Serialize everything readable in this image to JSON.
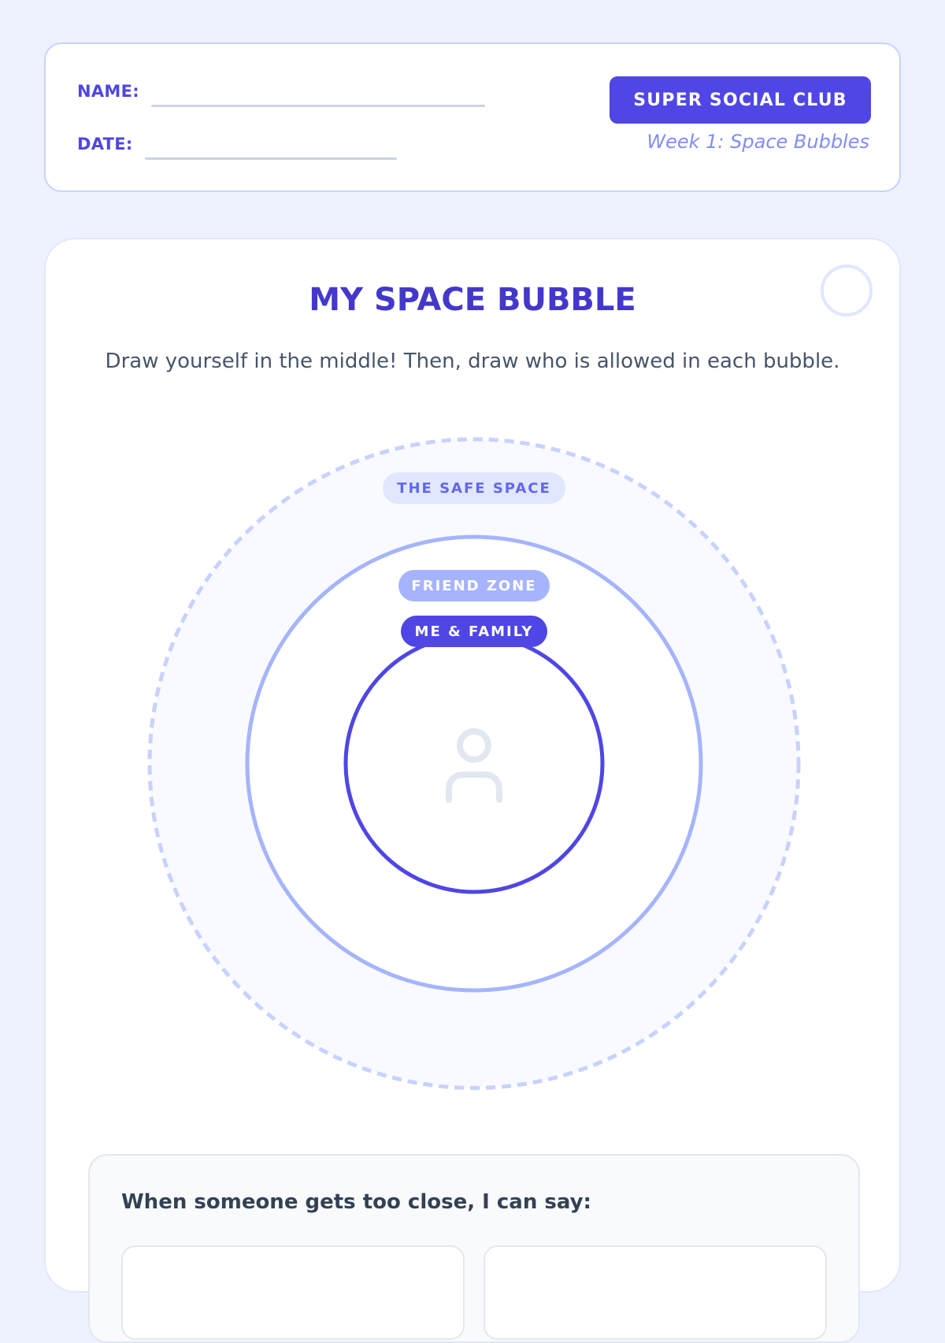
{
  "header": {
    "name_label": "NAME:",
    "date_label": "DATE:",
    "club_badge": "SUPER SOCIAL CLUB",
    "week_label": "Week 1: Space Bubbles"
  },
  "activity": {
    "title": "MY SPACE BUBBLE",
    "instructions": "Draw yourself in the middle! Then, draw who is allowed in each bubble.",
    "zones": {
      "safe_space": "THE SAFE SPACE",
      "friend_zone": "FRIEND ZONE",
      "me_family": "ME & FAMILY"
    },
    "center_icon": "person-outline-icon",
    "decoration_icon": "ring-icon"
  },
  "prompt": {
    "title": "When someone gets too close, I can say:"
  },
  "colors": {
    "page_background": "#EEF2FF",
    "accent": "#4F46E5",
    "accent_light": "#A5B4FC",
    "accent_pale": "#E0E7FF"
  }
}
